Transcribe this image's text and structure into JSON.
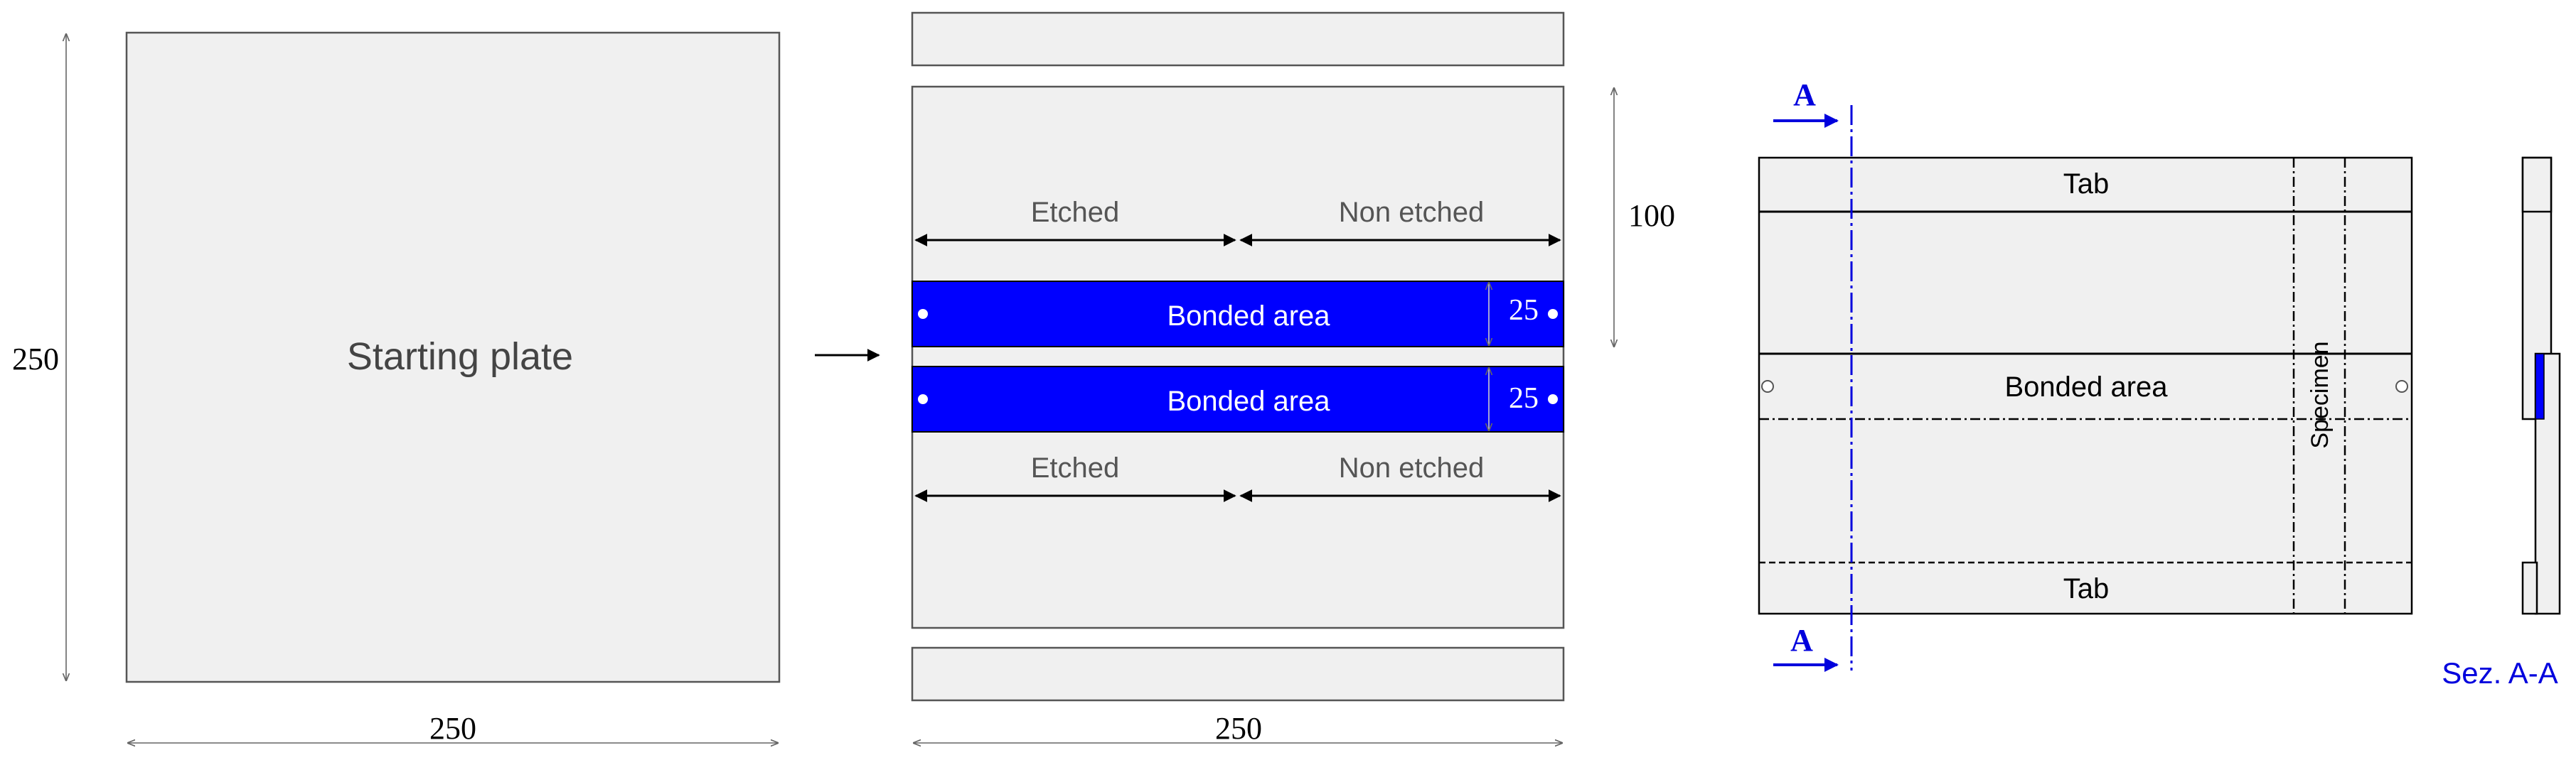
{
  "colors": {
    "bond": "#0000ff",
    "section": "#0000dd",
    "plate": "#f0f0f0"
  },
  "left": {
    "label": "Starting plate",
    "height_dim": "250",
    "width_dim": "250"
  },
  "middle": {
    "top_labels": {
      "etched": "Etched",
      "non_etched": "Non etched"
    },
    "bottom_labels": {
      "etched": "Etched",
      "non_etched": "Non etched"
    },
    "bond_top_label": "Bonded area",
    "bond_bottom_label": "Bonded area",
    "bond_top_width": "25",
    "bond_bottom_width": "25",
    "height_dim": "100",
    "width_dim": "250"
  },
  "right": {
    "tab_top": "Tab",
    "tab_bottom": "Tab",
    "bonded_area": "Bonded area",
    "specimen": "Specimen",
    "section_mark_top": "A",
    "section_mark_bottom": "A",
    "section_title": "Sez. A-A"
  }
}
